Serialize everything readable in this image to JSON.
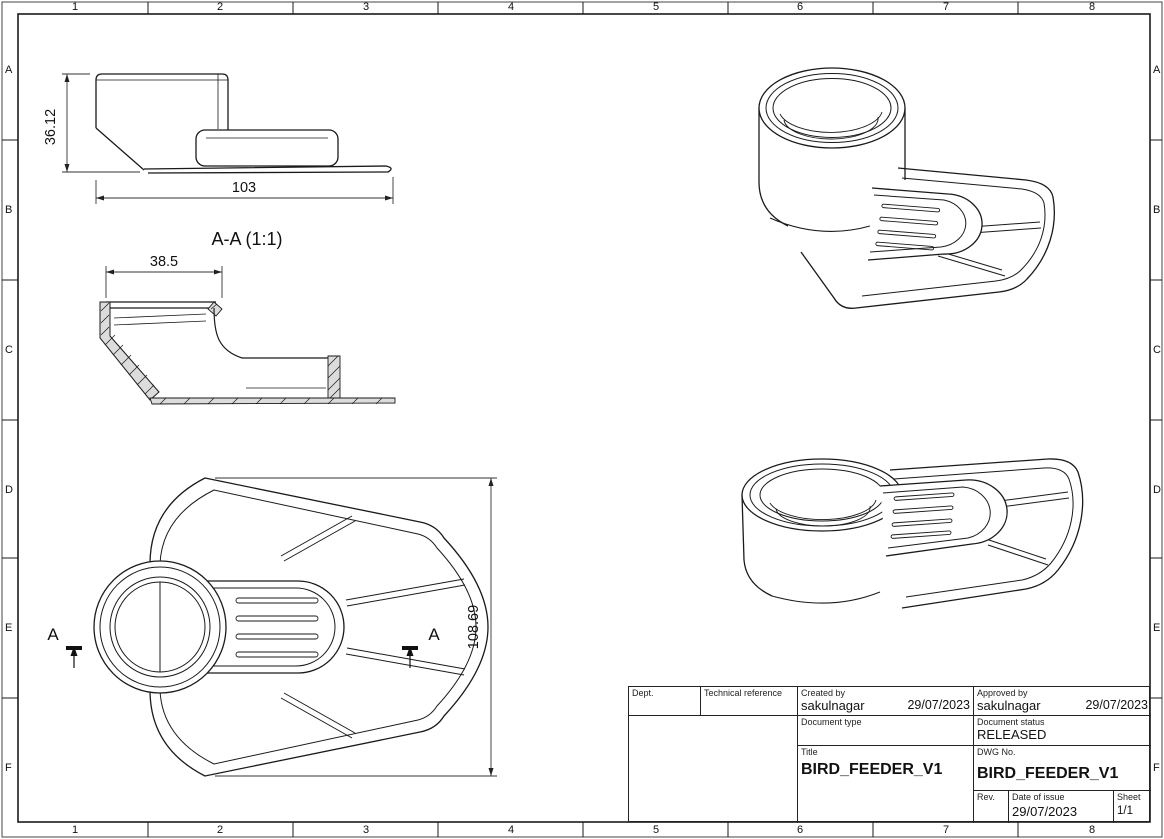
{
  "grid": {
    "columns": [
      "1",
      "2",
      "3",
      "4",
      "5",
      "6",
      "7",
      "8"
    ],
    "rows": [
      "A",
      "B",
      "C",
      "D",
      "E",
      "F"
    ]
  },
  "views": {
    "front_section": {
      "height_dim": "36.12",
      "width_dim": "103",
      "label": "A-A (1:1)"
    },
    "side_section": {
      "width_dim": "38.5"
    },
    "plan": {
      "height_dim": "108.69",
      "cut_marker": "A"
    }
  },
  "title_block": {
    "dept_label": "Dept.",
    "technical_reference_label": "Technical reference",
    "created_by_label": "Created by",
    "created_by_value": "sakulnagar",
    "created_date": "29/07/2023",
    "approved_by_label": "Approved by",
    "approved_by_value": "sakulnagar",
    "approved_date": "29/07/2023",
    "document_type_label": "Document type",
    "document_status_label": "Document status",
    "document_status_value": "RELEASED",
    "title_label": "Title",
    "title_value": "BIRD_FEEDER_V1",
    "dwg_no_label": "DWG No.",
    "dwg_no_value": "BIRD_FEEDER_V1",
    "rev_label": "Rev.",
    "date_of_issue_label": "Date of issue",
    "date_of_issue_value": "29/07/2023",
    "sheet_label": "Sheet",
    "sheet_value": "1/1"
  },
  "colors": {
    "line": "#1a1a1a",
    "hatch_fill": "#dcdcdc"
  }
}
